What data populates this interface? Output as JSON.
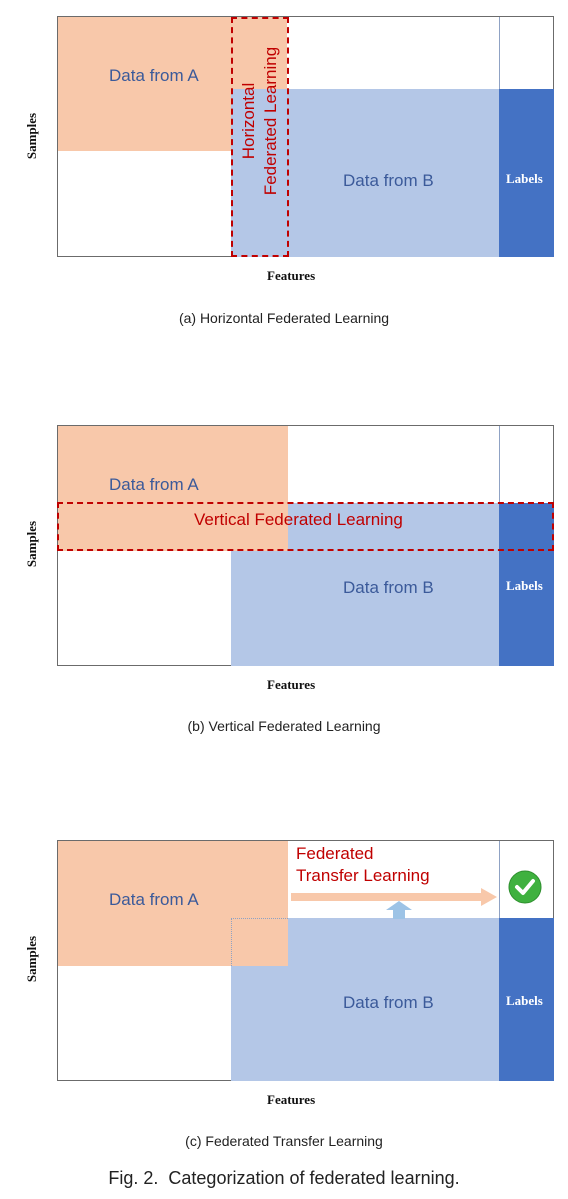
{
  "panels": [
    {
      "block_a": "Data from A",
      "block_b": "Data from B",
      "labels": "Labels",
      "region_label": [
        "Horizontal",
        "Federated Learning"
      ],
      "xlabel": "Features",
      "ylabel": "Samples",
      "caption": "(a) Horizontal Federated Learning"
    },
    {
      "block_a": "Data from A",
      "block_b": "Data from B",
      "labels": "Labels",
      "region_label": "Vertical Federated Learning",
      "xlabel": "Features",
      "ylabel": "Samples",
      "caption": "(b) Vertical Federated Learning"
    },
    {
      "block_a": "Data from A",
      "block_b": "Data from B",
      "labels": "Labels",
      "region_label": [
        "Federated",
        "Transfer Learning"
      ],
      "xlabel": "Features",
      "ylabel": "Samples",
      "caption": "(c) Federated Transfer Learning"
    }
  ],
  "figure_caption": "Fig. 2.  Categorization of federated learning.",
  "icons": {
    "check": "check-circle-icon",
    "arrow": "arrow-right-icon",
    "up_arrow": "arrow-up-icon"
  },
  "colors": {
    "data_a": "#f8c8aa",
    "data_b": "#b4c7e7",
    "labels": "#4472c4",
    "highlight": "#c00000",
    "check": "#3fb13f"
  }
}
